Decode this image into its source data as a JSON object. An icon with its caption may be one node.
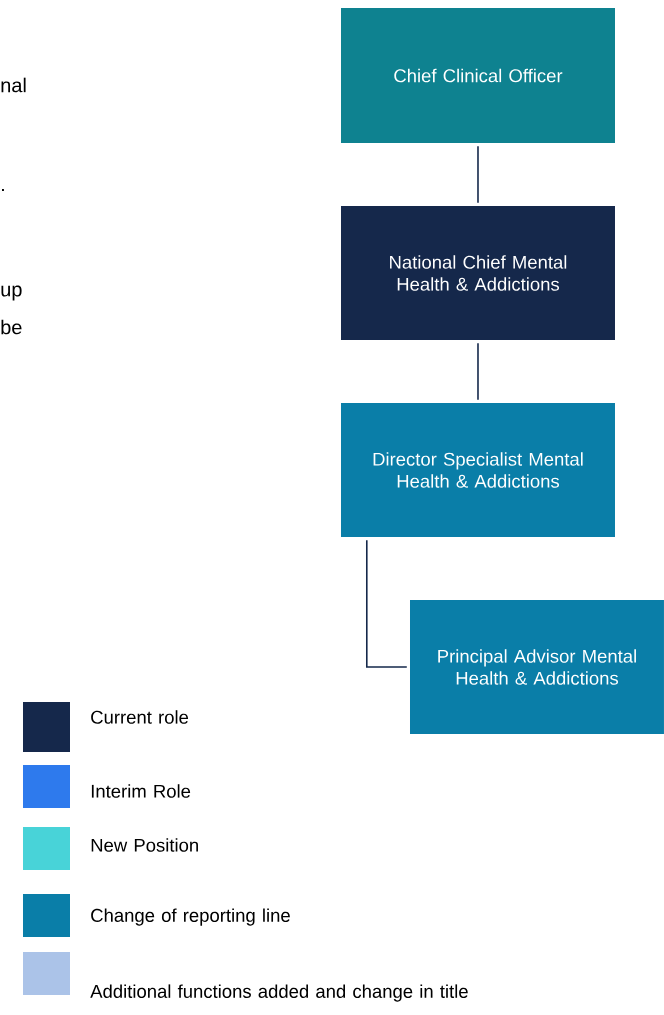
{
  "diagram": {
    "nodes": [
      {
        "text": [
          "Chief Clinical Officer"
        ]
      },
      {
        "text": [
          "National Chief Mental Health & Addictions"
        ]
      },
      {
        "text": [
          "Director Specialist Mental Health & Addictions"
        ]
      },
      {
        "text": [
          "Principal Advisor Mental Health & Addictions"
        ]
      }
    ],
    "edges": [
      {
        "from": 0,
        "to": 1,
        "arrow": "none"
      },
      {
        "from": 1,
        "to": 2,
        "arrow": "none"
      },
      {
        "from": 2,
        "to": 3,
        "arrow": "none"
      }
    ],
    "labels": [
      "nal",
      ".",
      "up",
      "be"
    ],
    "legend": [
      {
        "text": "Current role",
        "color": "#15284b"
      },
      {
        "text": "Interim Role",
        "color": "#2e7aed"
      },
      {
        "text": "New Position",
        "color": "#48d3d8"
      },
      {
        "text": "Change of reporting line",
        "color": "#0a7ea8"
      },
      {
        "text": "Additional functions added and change in title",
        "color": "#abc3e8"
      }
    ]
  }
}
